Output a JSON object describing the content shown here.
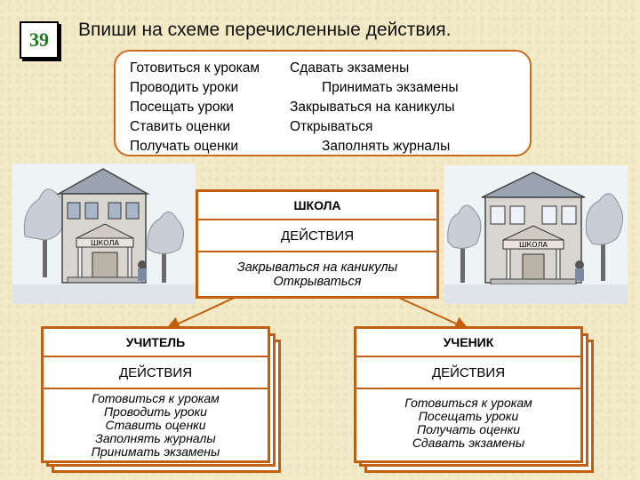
{
  "task": {
    "number": "39",
    "title": "Впиши на схеме перечисленные действия."
  },
  "words": [
    "Готовиться к урокам",
    "Сдавать экзамены",
    "Проводить уроки",
    "Принимать экзамены",
    "Посещать уроки",
    "Закрываться на каникулы",
    "Ставить оценки",
    "Открываться",
    "Получать оценки",
    "Заполнять журналы"
  ],
  "school": {
    "title": "ШКОЛА",
    "subtitle": "ДЕЙСТВИЯ",
    "items": [
      "Закрываться  на каникулы",
      "Открываться"
    ],
    "sign": "ШКОЛА"
  },
  "teacher": {
    "title": "УЧИТЕЛЬ",
    "subtitle": "ДЕЙСТВИЯ",
    "items": [
      "Готовиться к урокам",
      "Проводить уроки",
      "Ставить оценки",
      "Заполнять журналы",
      "Принимать экзамены"
    ]
  },
  "student": {
    "title": "УЧЕНИК",
    "subtitle": "ДЕЙСТВИЯ",
    "items": [
      "Готовиться к урокам",
      "Посещать уроки",
      "Получать оценки",
      "Сдавать экзамены"
    ]
  },
  "colors": {
    "background": "#f3ebc8",
    "frame": "#c15f0f",
    "word_box_border": "#c96b1b",
    "badge_number": "#1f7a1f"
  }
}
